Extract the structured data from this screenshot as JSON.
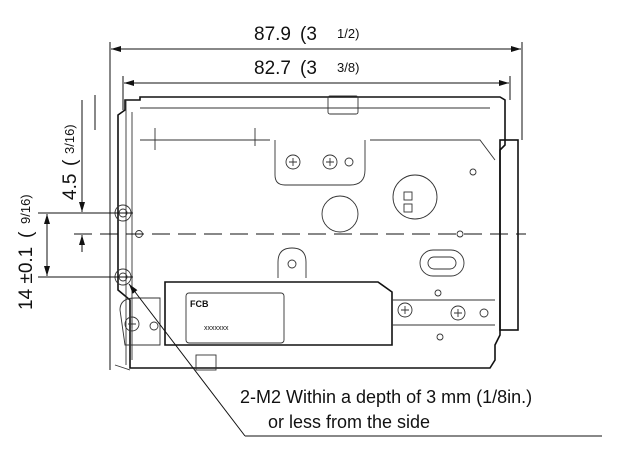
{
  "dimensions": {
    "overall_width": {
      "value": "87.9",
      "imperial_whole": "(3",
      "imperial_frac": "1/2)"
    },
    "body_width": {
      "value": "82.7",
      "imperial_whole": "(3",
      "imperial_frac": "3/8)"
    },
    "offset": {
      "value": "4.5",
      "imperial_open": "(",
      "imperial_frac": "3/16)"
    },
    "hole_pitch": {
      "value": "14 ±0.1",
      "imperial_open": "(",
      "imperial_frac": "9/16)"
    }
  },
  "label": {
    "title": "FCB",
    "code": "xxxxxxx"
  },
  "note": {
    "line1": "2-M2 Within a depth of 3 mm (1/8in.)",
    "line2": "or less from the side"
  }
}
